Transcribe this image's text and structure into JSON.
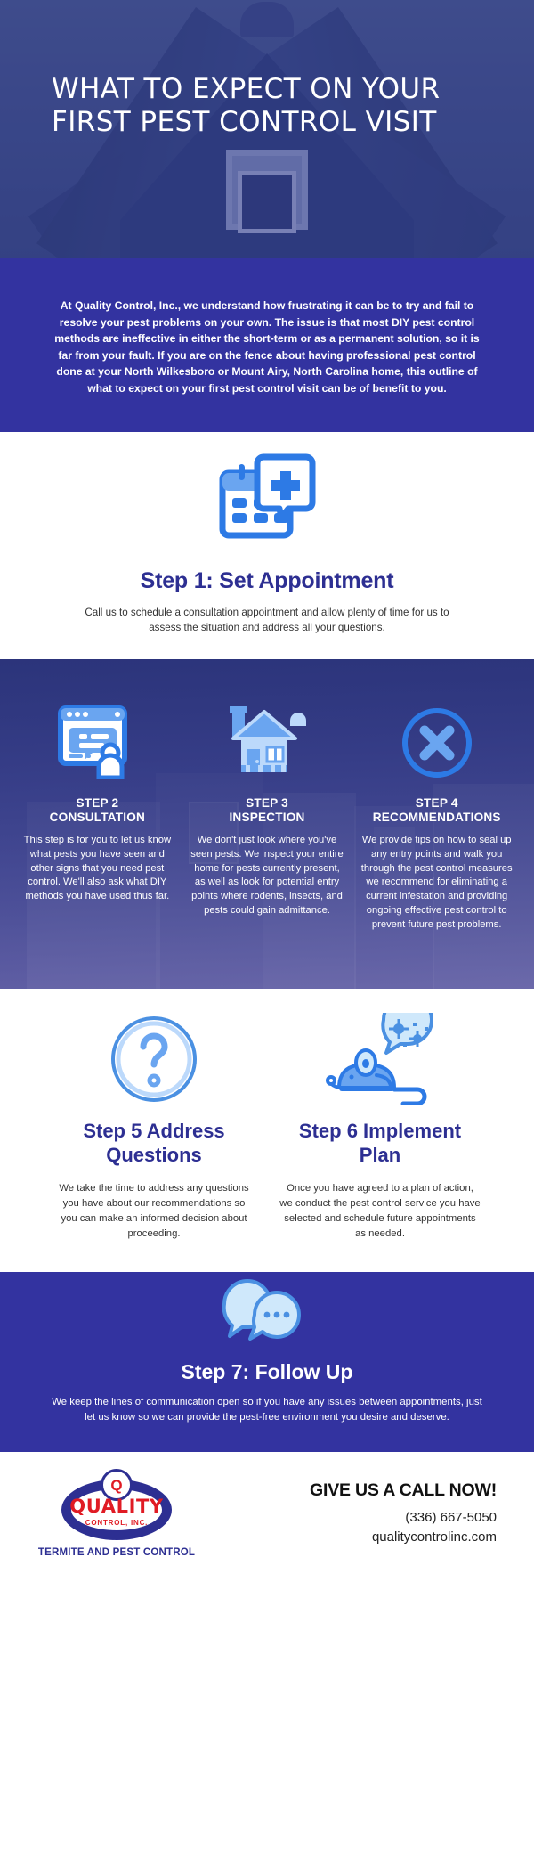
{
  "hero": {
    "title": "WHAT TO EXPECT ON YOUR FIRST PEST CONTROL VISIT",
    "background_image": "house-roof-gable-photo"
  },
  "intro": {
    "paragraph": "At Quality Control, Inc., we understand how frustrating it can be to try and fail to resolve your pest problems on your own. The issue is that most DIY pest control methods are ineffective in either the short-term or as a permanent solution, so it is far from your fault. If you are on the fence about having professional pest control done at your North Wilkesboro or Mount Airy, North Carolina home, this outline of what to expect on your first pest control visit can be of benefit to you."
  },
  "step1": {
    "icon": "calendar-appointment-icon",
    "heading": "Step 1: Set Appointment",
    "body": "Call us to schedule a consultation appointment and allow plenty of time for us to assess the situation and address all your questions."
  },
  "steps_234": [
    {
      "icon": "chat-window-person-icon",
      "step_label": "STEP 2",
      "title": "CONSULTATION",
      "body": "This step is for you to let us know what pests you have seen and other signs that you need pest control. We'll also ask what DIY methods you have used thus far."
    },
    {
      "icon": "house-inspection-icon",
      "step_label": "STEP 3",
      "title": "INSPECTION",
      "body": "We don't just look where you've seen pests. We inspect your entire home for pests currently present, as well as look for potential entry points where rodents, insects, and pests could gain admittance."
    },
    {
      "icon": "circle-x-icon",
      "step_label": "STEP 4",
      "title": "RECOMMENDATIONS",
      "body": "We provide tips on how to seal up any entry points and walk you through the pest control measures we recommend for eliminating a current infestation and providing ongoing effective pest control to prevent future pest problems."
    }
  ],
  "steps_56": [
    {
      "icon": "question-mark-circle-icon",
      "heading": "Step 5 Address Questions",
      "body": "We take the time to address any questions you have about our recommendations so you can make an informed decision about proceeding."
    },
    {
      "icon": "mouse-germs-icon",
      "heading": "Step 6 Implement Plan",
      "body": "Once you have agreed to a plan of action, we conduct the pest control service you have selected and schedule future appointments as needed."
    }
  ],
  "step7": {
    "icon": "chat-bubbles-icon",
    "heading": "Step 7: Follow Up",
    "body": "We keep the lines of communication open so if you have any issues between appointments, just let us know so we can provide the pest-free environment you desire and deserve."
  },
  "footer": {
    "logo": {
      "badge_letter": "Q",
      "wordmark": "QUALITY",
      "sub": "CONTROL, INC.",
      "tagline": "TERMITE AND PEST CONTROL"
    },
    "cta": "GIVE US A CALL NOW!",
    "phone": "(336) 667-5050",
    "website": "qualitycontrolinc.com"
  },
  "colors": {
    "brand_blue": "#3333a0",
    "heading_navy": "#2d2f92",
    "icon_blue": "#2d7ae5",
    "icon_light_blue": "#6aa5f0",
    "logo_red": "#e01b24",
    "white": "#ffffff"
  }
}
